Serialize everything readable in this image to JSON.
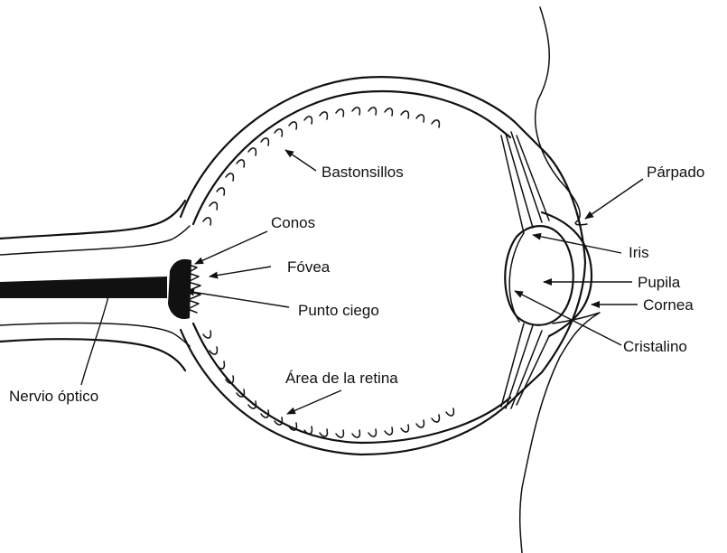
{
  "labels": {
    "parpado": "Párpado",
    "bastonsillos": "Bastonsillos",
    "conos": "Conos",
    "fovea": "Fóvea",
    "punto_ciego": "Punto ciego",
    "iris": "Iris",
    "pupila": "Pupila",
    "cornea": "Cornea",
    "cristalino": "Cristalino",
    "area_retina": "Área de la retina",
    "nervio_optico": "Nervio óptico"
  },
  "colors": {
    "ink": "#111111",
    "background": "#ffffff"
  }
}
